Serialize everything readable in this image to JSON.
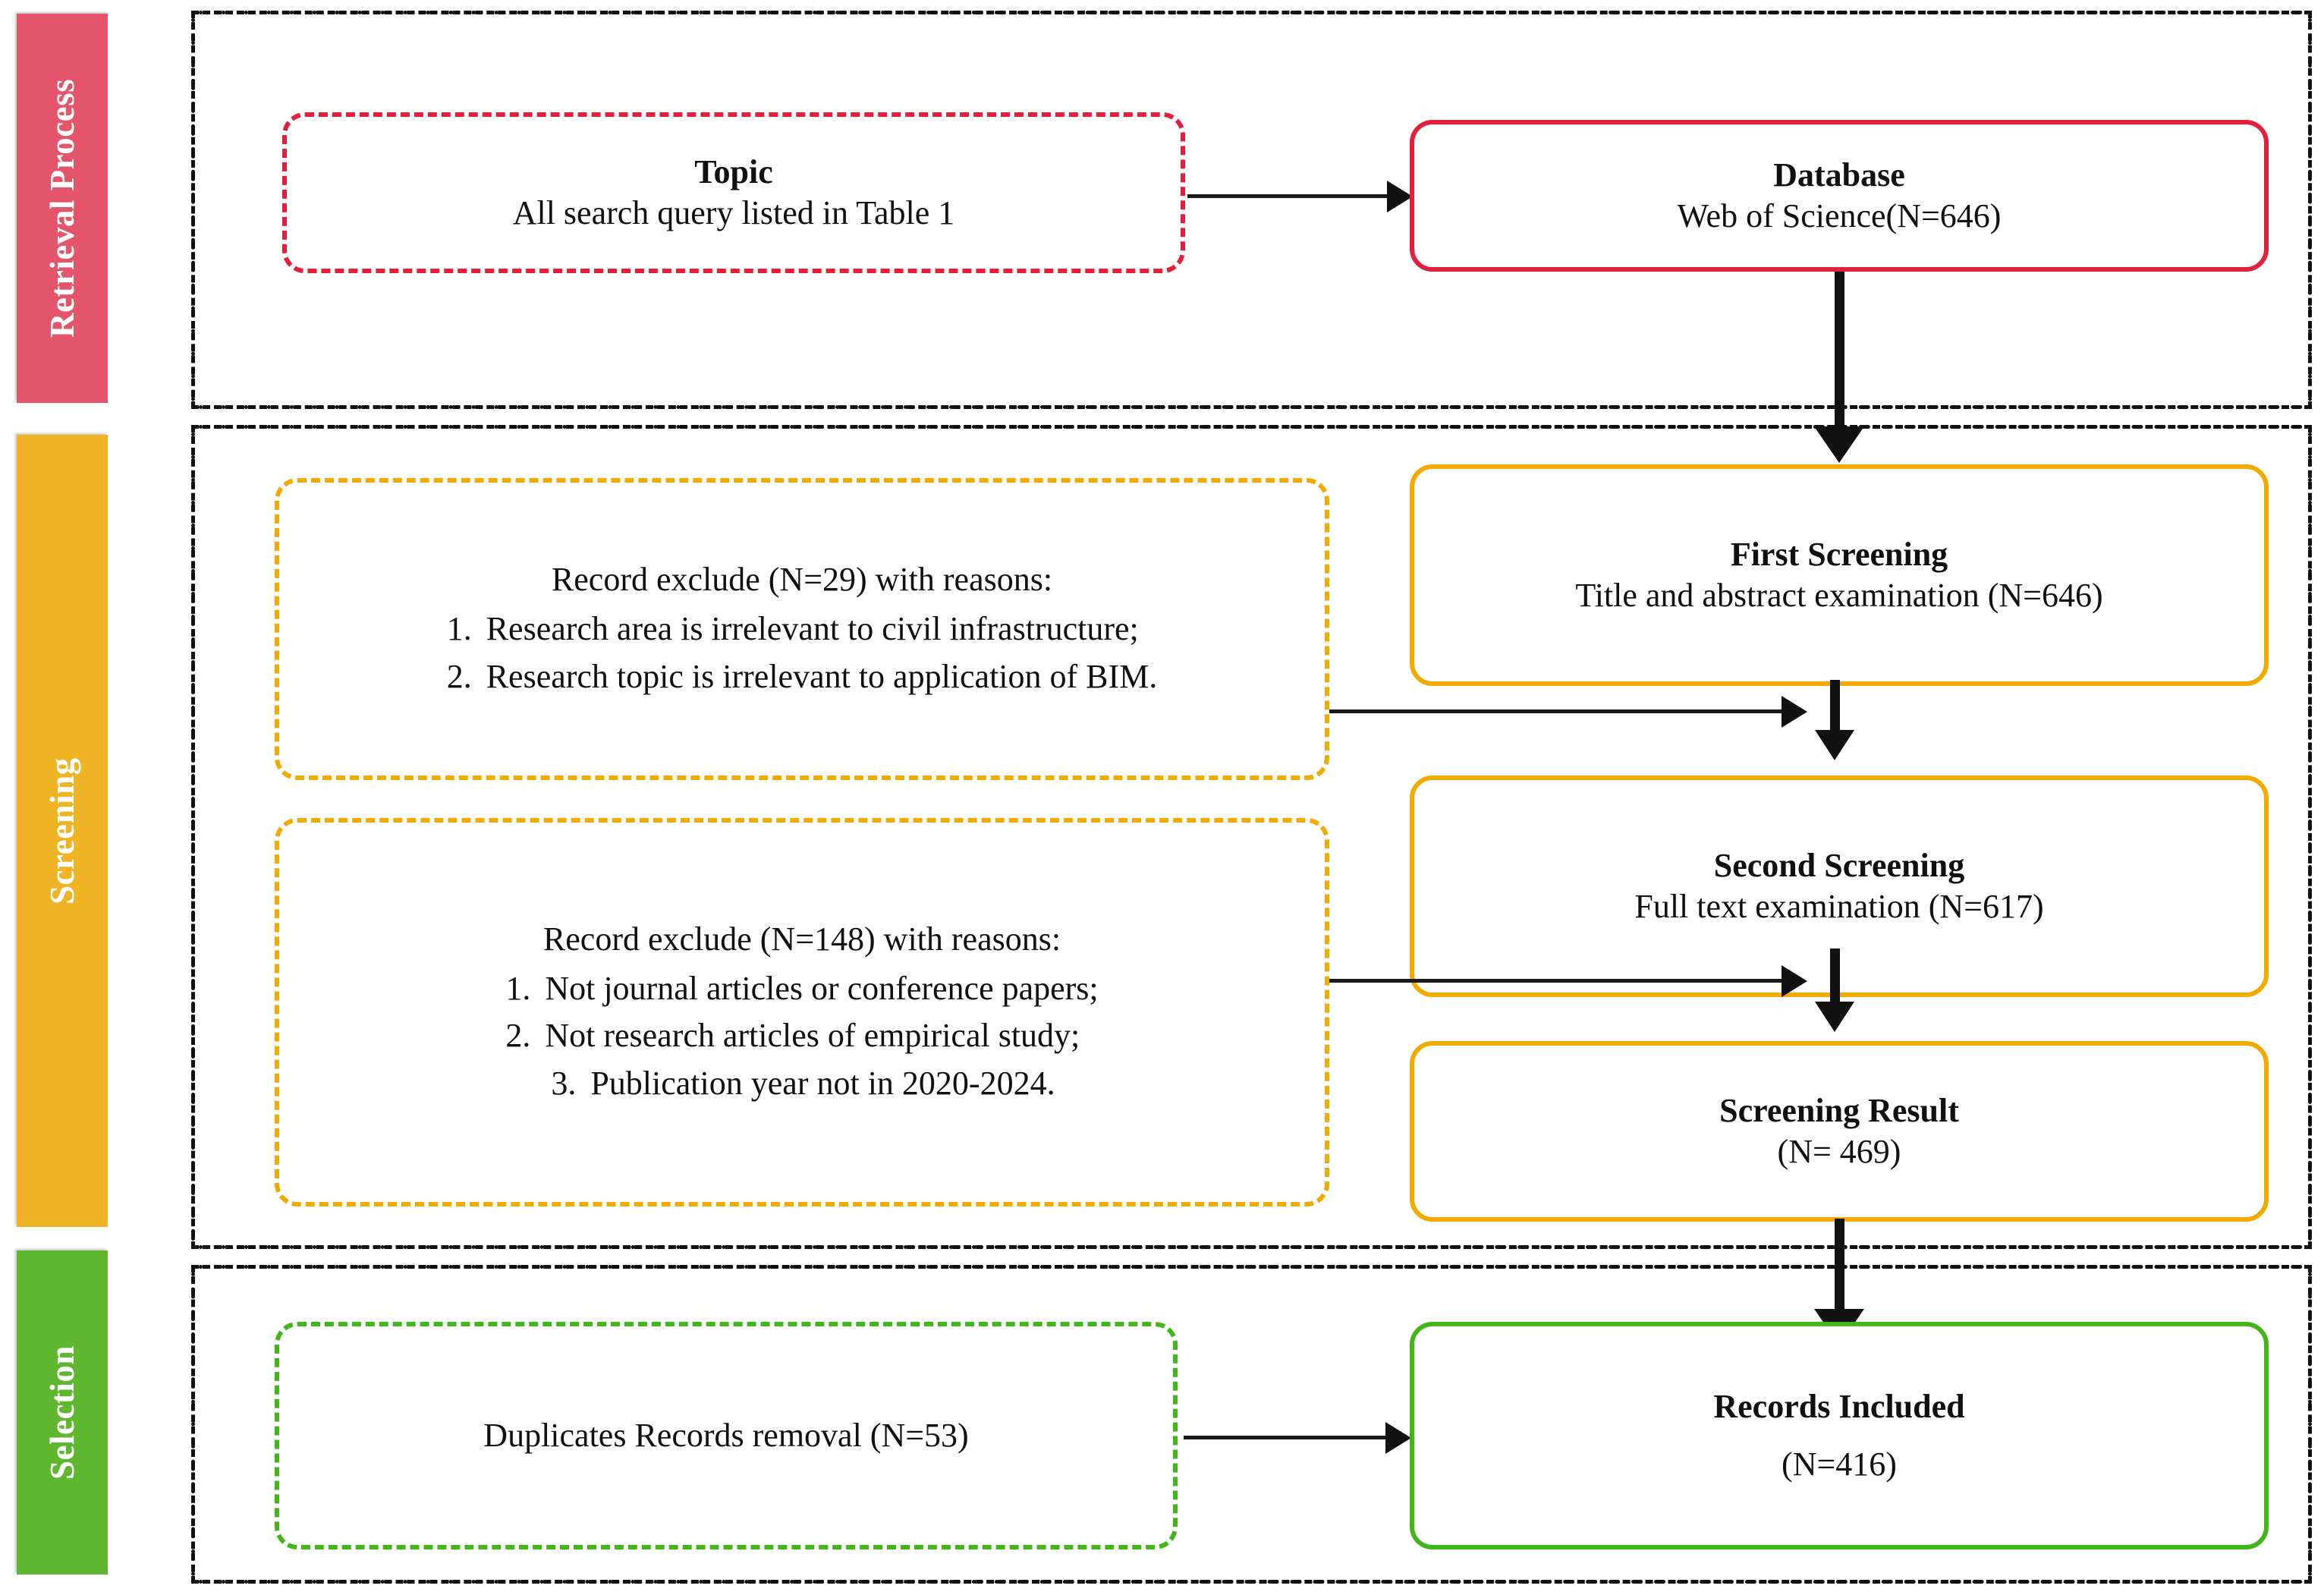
{
  "stages": [
    {
      "id": "retrieval",
      "label": "Retrieval Process",
      "color": "#E4546A"
    },
    {
      "id": "screening",
      "label": "Screening",
      "color": "#F0B323"
    },
    {
      "id": "selection",
      "label": "Selection",
      "color": "#5FB62F"
    }
  ],
  "retrieval": {
    "topic": {
      "title": "Topic",
      "subtitle": "All search query listed in Table 1",
      "border_color": "#E3203C",
      "border_style": "dashed"
    },
    "database": {
      "title": "Database",
      "subtitle": "Web of Science(N=646)",
      "border_color": "#E3203C",
      "border_style": "solid"
    }
  },
  "screening": {
    "exclude_first": {
      "heading": "Record exclude (N=29) with reasons:",
      "reasons": [
        {
          "num": "1.",
          "text": "Research area is irrelevant  to civil infrastructure;"
        },
        {
          "num": "2.",
          "text": "Research topic is irrelevant  to application  of BIM."
        }
      ],
      "border_color": "#F2A900",
      "border_style": "dashed"
    },
    "exclude_second": {
      "heading": "Record exclude (N=148) with reasons:",
      "reasons": [
        {
          "num": "1.",
          "text": "Not journal articles  or conference  papers;"
        },
        {
          "num": "2.",
          "text": "Not research  articles of empirical  study;"
        },
        {
          "num": "3.",
          "text": "Publication year not in 2020-2024."
        }
      ],
      "border_color": "#F2A900",
      "border_style": "dashed"
    },
    "first_screening": {
      "title": "First Screening",
      "subtitle": "Title and abstract examination (N=646)",
      "border_color": "#F2A900",
      "border_style": "solid"
    },
    "second_screening": {
      "title": "Second Screening",
      "subtitle": "Full text examination (N=617)",
      "border_color": "#F2A900",
      "border_style": "solid"
    },
    "screening_result": {
      "title": "Screening Result",
      "subtitle": "(N= 469)",
      "border_color": "#F2A900",
      "border_style": "solid"
    }
  },
  "selection": {
    "duplicates": {
      "title": "Duplicates Records removal (N=53)",
      "border_color": "#41B619",
      "border_style": "dashed"
    },
    "records_included": {
      "title": "Records Included",
      "subtitle": "(N=416)",
      "border_color": "#41B619",
      "border_style": "solid"
    }
  },
  "chart_data": {
    "type": "diagram",
    "title": "PRISMA literature screening flow",
    "nodes": [
      {
        "id": "topic",
        "stage": "Retrieval Process",
        "label": "Topic / All search query listed in Table 1",
        "n": null
      },
      {
        "id": "database",
        "stage": "Retrieval Process",
        "label": "Database / Web of Science",
        "n": 646
      },
      {
        "id": "first_screening",
        "stage": "Screening",
        "label": "First Screening / Title and abstract examination",
        "n": 646
      },
      {
        "id": "exclude_first",
        "stage": "Screening",
        "label": "Record exclude with reasons",
        "n": 29
      },
      {
        "id": "second_screening",
        "stage": "Screening",
        "label": "Second Screening / Full text examination",
        "n": 617
      },
      {
        "id": "exclude_second",
        "stage": "Screening",
        "label": "Record exclude with reasons",
        "n": 148
      },
      {
        "id": "screening_result",
        "stage": "Screening",
        "label": "Screening Result",
        "n": 469
      },
      {
        "id": "duplicates",
        "stage": "Selection",
        "label": "Duplicates Records removal",
        "n": 53
      },
      {
        "id": "records_included",
        "stage": "Selection",
        "label": "Records Included",
        "n": 416
      }
    ],
    "edges": [
      {
        "from": "topic",
        "to": "database"
      },
      {
        "from": "database",
        "to": "first_screening"
      },
      {
        "from": "exclude_first",
        "to": "second_screening"
      },
      {
        "from": "first_screening",
        "to": "second_screening"
      },
      {
        "from": "exclude_second",
        "to": "screening_result"
      },
      {
        "from": "second_screening",
        "to": "screening_result"
      },
      {
        "from": "screening_result",
        "to": "records_included"
      },
      {
        "from": "duplicates",
        "to": "records_included"
      }
    ]
  }
}
